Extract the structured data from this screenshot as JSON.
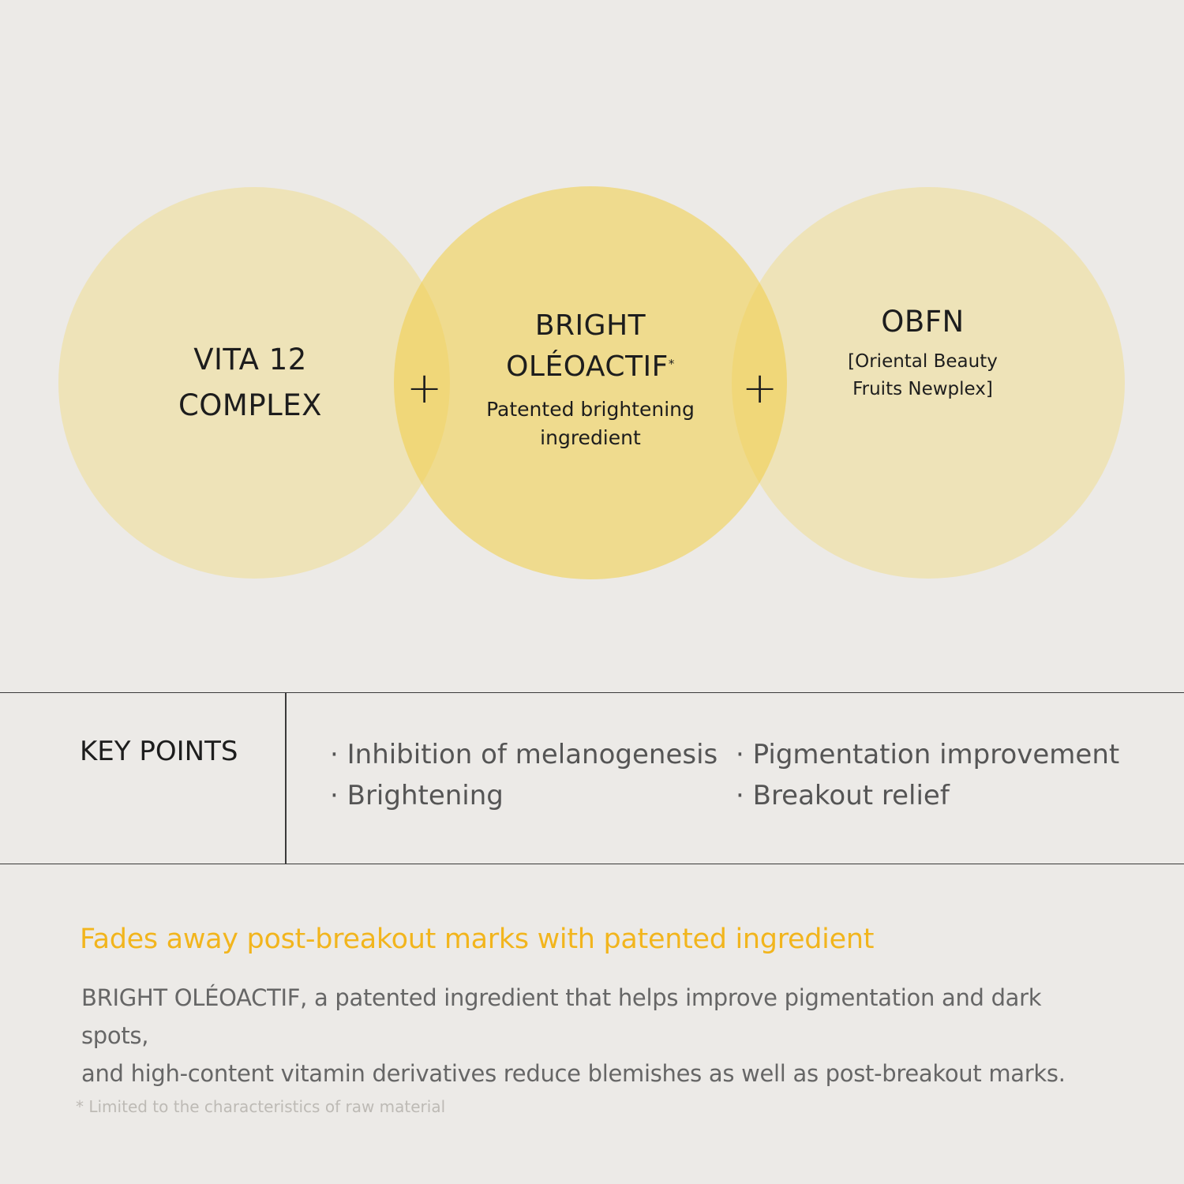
{
  "colors": {
    "background": "#ECEAE7",
    "circle_side": "#F0DA78",
    "circle_center": "#F2CD46",
    "accent": "#F2B51D",
    "text_dark": "#1D1D1D",
    "text_gray": "#666666"
  },
  "circles": {
    "left": {
      "line1": "VITA 12",
      "line2": "COMPLEX"
    },
    "center": {
      "line1": "BRIGHT",
      "line2": "OLÉOACTIF",
      "mark": "*",
      "sub1": "Patented brightening",
      "sub2": "ingredient"
    },
    "right": {
      "title": "OBFN",
      "sub1": "[Oriental Beauty",
      "sub2": "Fruits Newplex]"
    },
    "plus": "+"
  },
  "key_points": {
    "title": "KEY POINTS",
    "col1": [
      "· Inhibition of melanogenesis",
      "· Brightening"
    ],
    "col2": [
      "· Pigmentation improvement",
      "· Breakout relief"
    ]
  },
  "headline": "Fades away post-breakout marks with patented ingredient",
  "body": {
    "line1": "BRIGHT OLÉOACTIF, a patented ingredient that helps improve pigmentation and dark spots,",
    "line2": "and high-content vitamin derivatives reduce blemishes as well as post-breakout marks."
  },
  "footnote": "* Limited to the characteristics of raw material"
}
